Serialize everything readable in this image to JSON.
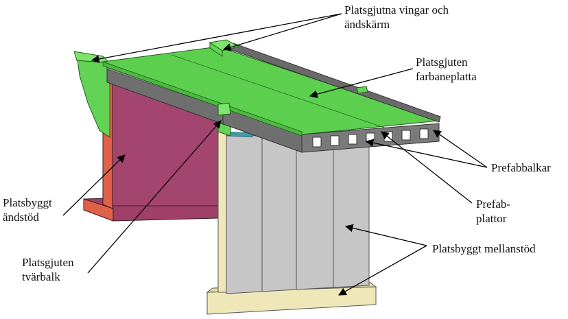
{
  "labels": {
    "wings": [
      "Platsgjutna vingar och",
      "ändskärm"
    ],
    "deck": [
      "Platsgjuten",
      "farbaneplatta"
    ],
    "beams": [
      "Prefabbalkar"
    ],
    "slabs": [
      "Prefab-",
      "plattor"
    ],
    "abutment": [
      "Platsbyggt",
      "ändstöd"
    ],
    "crossbeam": [
      "Platsgjuten",
      "tvärbalk"
    ],
    "pier": [
      "Platsbyggt mellanstöd"
    ]
  },
  "colors": {
    "deck_green": "#5ccf4f",
    "wing_green": "#63d355",
    "beam_gray": "#6f6f6f",
    "abutment_magenta": "#a4456f",
    "abutment_orange": "#e06048",
    "pier_gray": "#c3c3c3",
    "footing_cream": "#efe7b8"
  }
}
